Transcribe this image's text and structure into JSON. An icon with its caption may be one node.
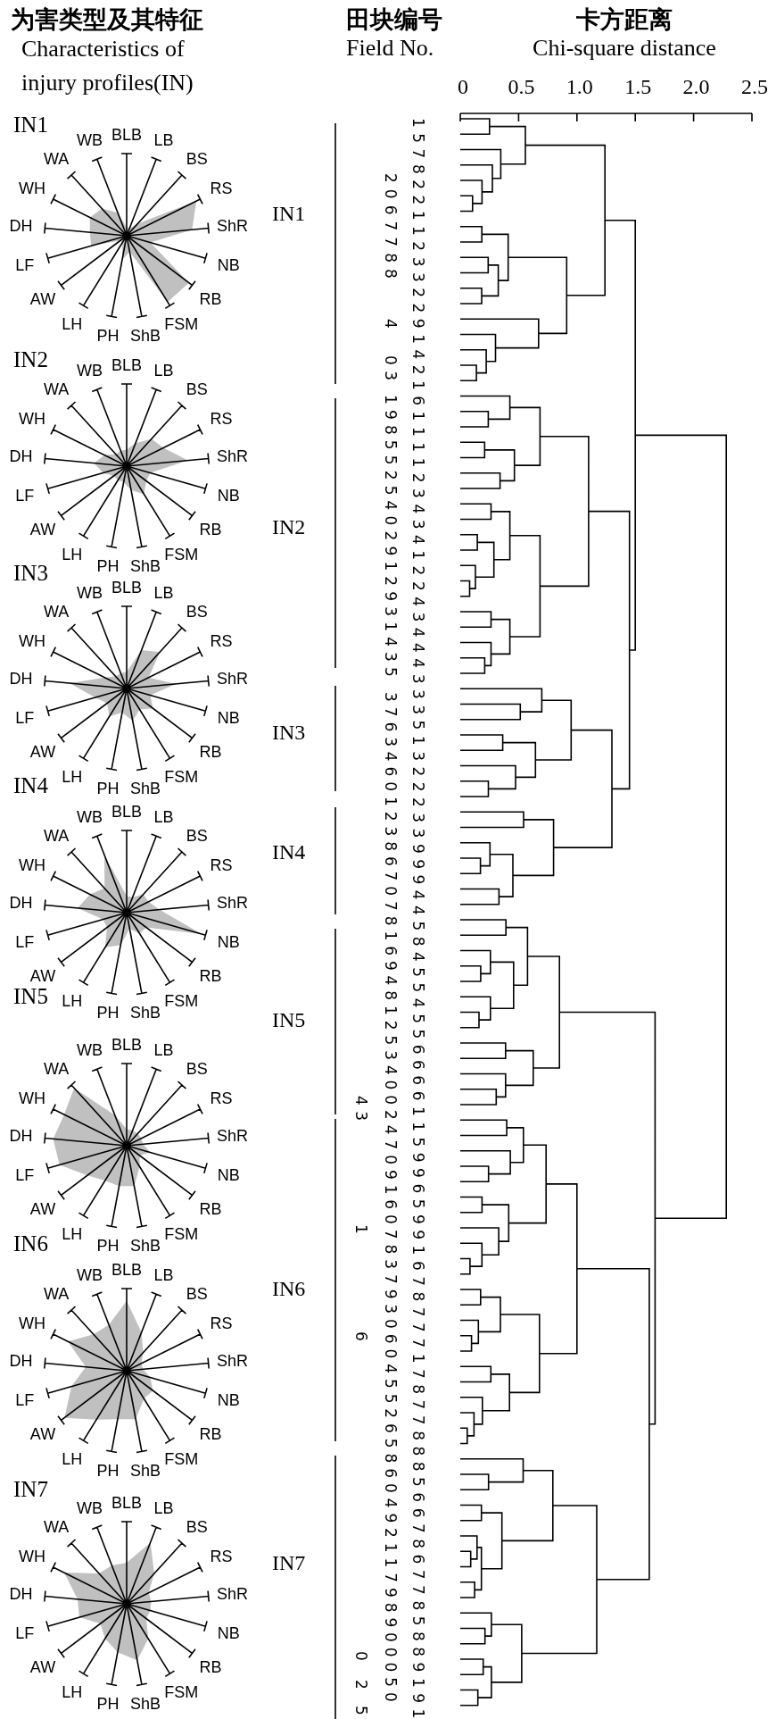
{
  "diagram": {
    "labels": [
      "为害类型及其特征",
      "田块编号",
      "卡方距离",
      "Characteristics of injury profiles(IN)",
      "Field No.",
      "Chi-square distance",
      "0",
      "0.5",
      "1.0",
      "1.5",
      "2.0",
      "2.5",
      "IN1",
      "BLB",
      "LB",
      "BS",
      "RS",
      "ShR",
      "NB",
      "RB",
      "FSM",
      "ShB",
      "PH",
      "LH",
      "AW",
      "LF",
      "DH",
      "WH",
      "WA",
      "WB",
      "IN2",
      "BLB",
      "LB",
      "BS",
      "RS",
      "ShR",
      "NB",
      "RB",
      "FSM",
      "ShB",
      "PH",
      "LH",
      "AW",
      "LF",
      "DH",
      "WH",
      "WA",
      "WB",
      "IN3",
      "BLB",
      "LB",
      "BS",
      "RS",
      "ShR",
      "NB",
      "RB",
      "FSM",
      "ShB",
      "PH",
      "LH",
      "AW",
      "LF",
      "DH",
      "WH",
      "WA",
      "WB",
      "IN4",
      "BLB",
      "LB",
      "BS",
      "RS",
      "ShR",
      "NB",
      "RB",
      "FSM",
      "ShB",
      "PH",
      "LH",
      "AW",
      "LF",
      "DH",
      "WH",
      "WA",
      "WB",
      "IN5",
      "BLB",
      "LB",
      "BS",
      "RS",
      "ShR",
      "NB",
      "RB",
      "FSM",
      "ShB",
      "PH",
      "LH",
      "AW",
      "LF",
      "DH",
      "WH",
      "WA",
      "WB",
      "IN6",
      "BLB",
      "LB",
      "BS",
      "RS",
      "ShR",
      "NB",
      "RB",
      "FSM",
      "ShB",
      "PH",
      "LH",
      "AW",
      "LF",
      "DH",
      "WH",
      "WA",
      "WB",
      "IN7",
      "BLB",
      "LB",
      "BS",
      "RS",
      "ShR",
      "NB",
      "RB",
      "FSM",
      "ShB",
      "PH",
      "LH",
      "AW",
      "LF",
      "DH",
      "WH",
      "WA",
      "WB",
      "IN1",
      "IN2",
      "IN3",
      "IN4",
      "IN5",
      "IN6",
      "IN7",
      "15782211233229142161111234341224344433351322233999445845545566661159965991678777178778885667867785889191",
      "2067788",
      "4",
      "03",
      "1985525402912931435",
      "37634601238670781694812534002470916078379306045526586049211798900050",
      "43",
      "1",
      "6",
      "0",
      "2",
      "5"
    ]
  }
}
